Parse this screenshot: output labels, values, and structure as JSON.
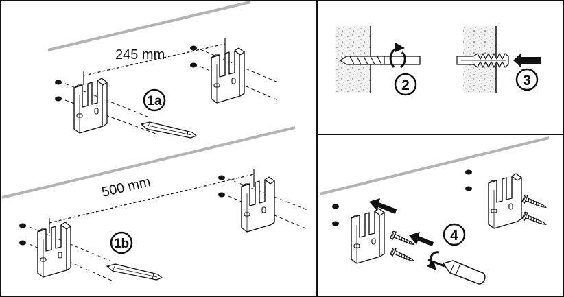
{
  "steps": {
    "s1a": "1a",
    "s1b": "1b",
    "s2": "2",
    "s3": "3",
    "s4": "4"
  },
  "dimensions": {
    "top": "245 mm",
    "bottom": "500 mm"
  }
}
